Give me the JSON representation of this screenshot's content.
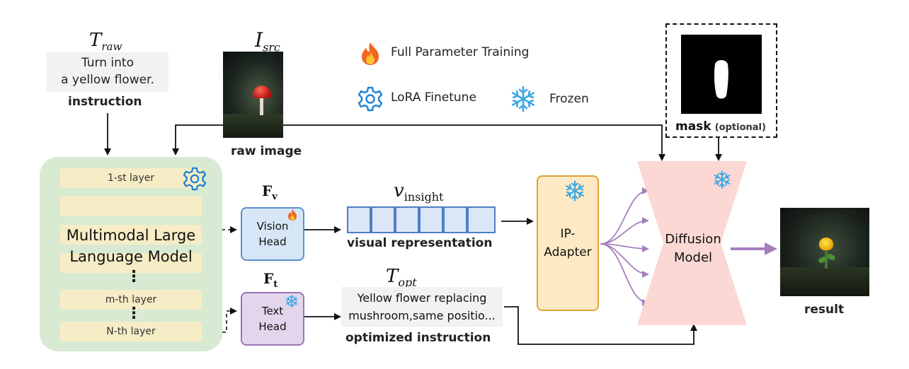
{
  "inputs": {
    "t_raw": "T",
    "t_raw_sub": "raw",
    "instruction_text_l1": "Turn into",
    "instruction_text_l2": "a yellow flower.",
    "instruction_label": "instruction",
    "i_src": "I",
    "i_src_sub": "src",
    "raw_image_label": "raw image"
  },
  "legend": {
    "full_training": "Full Parameter Training",
    "lora": "LoRA Finetune",
    "frozen": "Frozen"
  },
  "mask": {
    "label": "mask",
    "optional": "(optional)"
  },
  "mllm": {
    "title_l1": "Multimodal Large",
    "title_l2": "Language Model",
    "layer_first": "1-st layer",
    "layer_m": "m-th layer",
    "layer_n": "N-th layer",
    "ellipsis1": "⋮",
    "ellipsis2": "⋮"
  },
  "vision_head": {
    "symbol": "F",
    "symbol_sub": "v",
    "line1": "Vision",
    "line2": "Head"
  },
  "text_head": {
    "symbol": "F",
    "symbol_sub": "t",
    "line1": "Text",
    "line2": "Head"
  },
  "visual_rep": {
    "symbol": "v",
    "symbol_sub": "insight",
    "label": "visual representation"
  },
  "optimized": {
    "symbol": "T",
    "symbol_sub": "opt",
    "line1": "Yellow flower replacing",
    "line2": "mushroom,same positio...",
    "label": "optimized instruction"
  },
  "ip_adapter": {
    "line1": "IP-",
    "line2": "Adapter"
  },
  "diffusion": {
    "line1": "Diffusion",
    "line2": "Model"
  },
  "result": {
    "label": "result"
  },
  "colors": {
    "mllm_bg": "#d8ead2",
    "layer_bg": "#f6edc6",
    "vision_head_bg": "#d6e6f7",
    "text_head_bg": "#e3d6ec",
    "ip_adapter_bg": "#fde9c4",
    "diffusion_bg": "#fbd8d4",
    "arrow_purple": "#a67fbf",
    "lora_blue": "#1f83d4"
  }
}
